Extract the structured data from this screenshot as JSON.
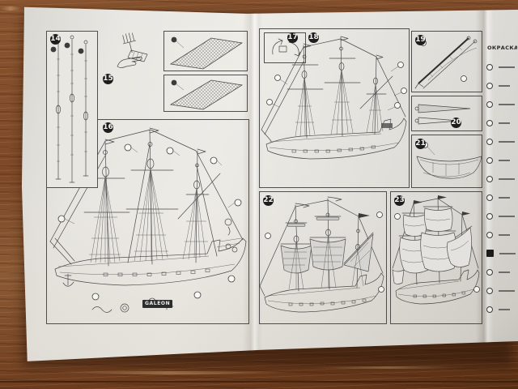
{
  "photo": {
    "wood_color": "#7a4a28",
    "paper_color": "#e8e6e1",
    "ink_color": "#4a4a4a"
  },
  "sheet": {
    "ship_name": "GALEON",
    "paint_title": "ОКРАСКА М"
  },
  "steps": {
    "s14": "14",
    "s15": "15",
    "s16": "16",
    "s17": "17",
    "s18": "18",
    "s19": "19",
    "s20": "20",
    "s21": "21",
    "s22": "22",
    "s23": "23"
  }
}
